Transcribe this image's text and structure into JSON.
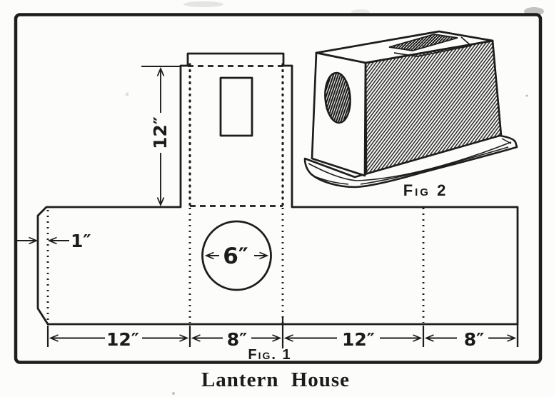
{
  "figure": {
    "title": "Lantern House",
    "fig1_label": "Fig. 1",
    "fig2_label": "Fig 2",
    "dims": {
      "tower_height": "12″",
      "flap_width": "1″",
      "hole_diameter": "6″",
      "bottom_segments": [
        "12″",
        "8″",
        "12″",
        "8″"
      ]
    },
    "colors": {
      "ink": "#1d1d1d",
      "paper": "#fcfcfa"
    }
  }
}
